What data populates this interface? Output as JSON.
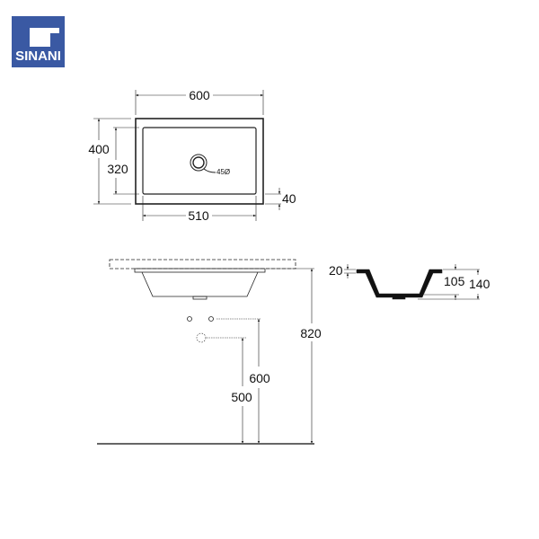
{
  "logo": {
    "text": "SINANI",
    "color": "#3a59a3"
  },
  "top_view": {
    "width_label": "600",
    "depth_label": "400",
    "inner_depth_label": "320",
    "rim_label": "40",
    "inner_width_label": "510",
    "drain_label": "45Ø"
  },
  "side_view": {
    "tap_height_label": "600",
    "trap_height_label": "500",
    "rim_height_label": "820"
  },
  "section_view": {
    "thickness_label": "20",
    "inner_depth_label": "105",
    "total_depth_label": "140"
  }
}
